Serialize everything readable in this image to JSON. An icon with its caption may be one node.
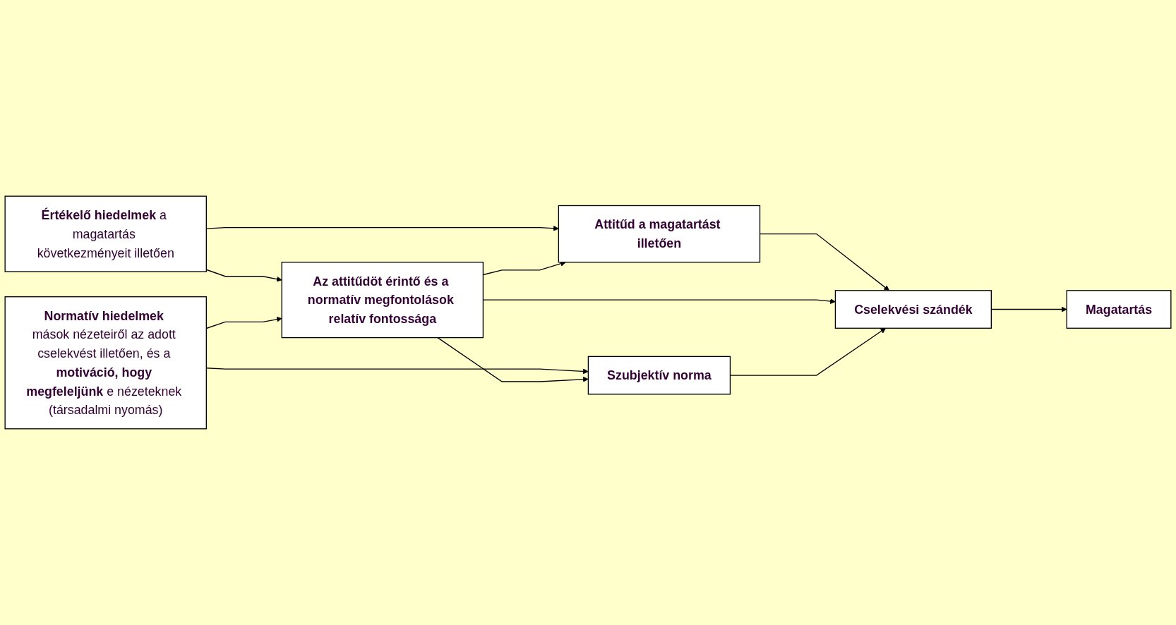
{
  "diagram": {
    "nodes": [
      {
        "text": [
          "**Értékelő hiedelmek** a magatartás következményeit illetően"
        ]
      },
      {
        "text": [
          "Attitűd a magatartást illetően"
        ]
      },
      {
        "text": [
          "Az attitűdöt érintő és a normatív megfontolások relatív fontossága"
        ]
      },
      {
        "text": [
          "Cselekvési szándék"
        ]
      },
      {
        "text": [
          "Magatartás"
        ]
      },
      {
        "text": [
          "**Normatív hiedelmek** mások nézeteiről az adott cselekvést illetően, és a **motiváció, hogy megfeleljünk** e nézeteknek (társadalmi nyomás)"
        ]
      },
      {
        "text": [
          "Szubjektív norma"
        ]
      }
    ],
    "edges": [
      {
        "from": 0,
        "to": 1,
        "arrow": "to"
      },
      {
        "from": 0,
        "to": 2,
        "arrow": "to"
      },
      {
        "from": 2,
        "to": 1,
        "arrow": "to"
      },
      {
        "from": 5,
        "to": 2,
        "arrow": "to"
      },
      {
        "from": 5,
        "to": 6,
        "arrow": "to"
      },
      {
        "from": 2,
        "to": 6,
        "arrow": "to"
      },
      {
        "from": 1,
        "to": 3,
        "arrow": "to"
      },
      {
        "from": 2,
        "to": 3,
        "arrow": "to"
      },
      {
        "from": 6,
        "to": 3,
        "arrow": "to"
      },
      {
        "from": 3,
        "to": 4,
        "arrow": "to"
      }
    ]
  }
}
